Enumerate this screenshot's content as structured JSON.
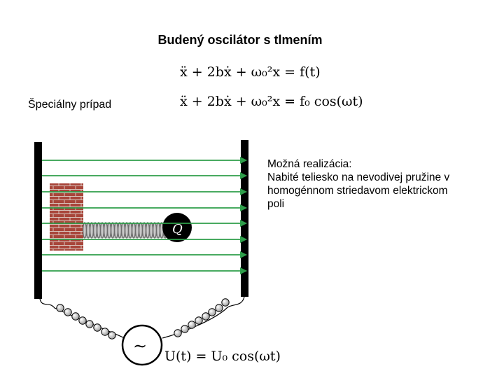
{
  "title": "Budený oscilátor s tlmením",
  "equation_general": "ẍ + 2bẋ + ω₀²x = f(t)",
  "special_label": "Špeciálny prípad",
  "equation_special": "ẍ + 2bẋ + ω₀²x = f₀ cos(ωt)",
  "description_lines": [
    "Možná realizácia:",
    "Nabité teliesko na nevodivej pružine v",
    "homogénnom striedavom elektrickom",
    "poli"
  ],
  "charge_label": "Q",
  "source_symbol": "∼",
  "voltage_equation": "U(t) = U₀ cos(ωt)",
  "colors": {
    "field_lines": "#2e9e4a",
    "plates": "#000000",
    "brick": "#a8453a",
    "charge": "#000000"
  },
  "icons": [
    "brick-wall-icon",
    "spring-icon",
    "ac-source-icon"
  ]
}
